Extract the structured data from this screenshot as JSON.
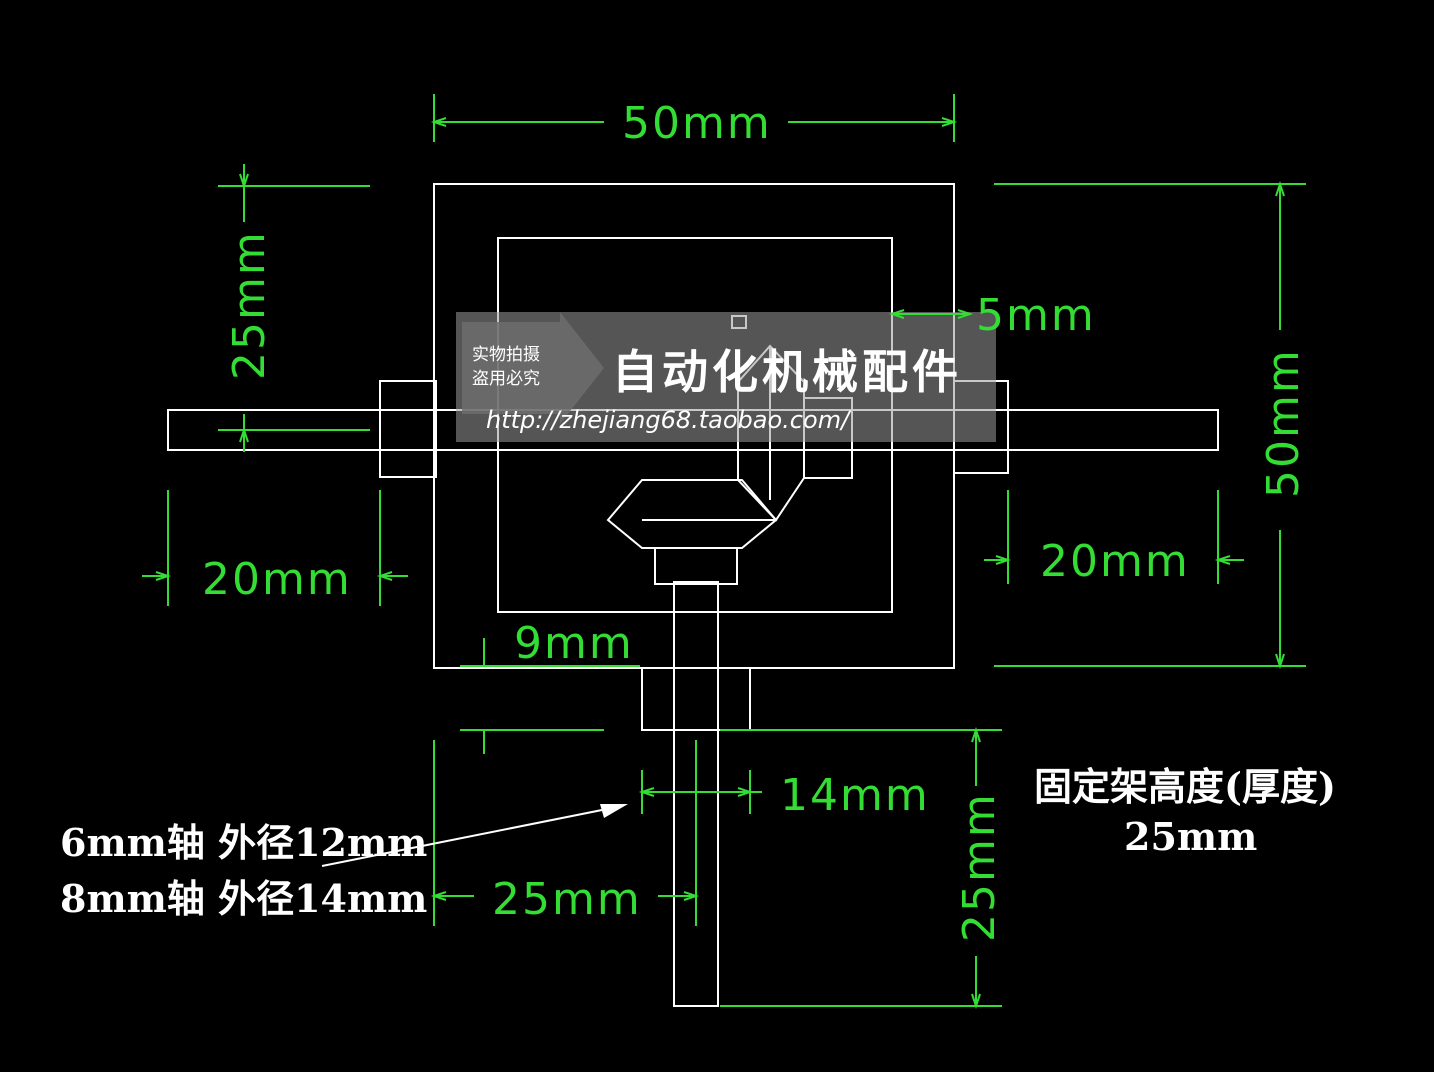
{
  "dimensions": {
    "top_width": "50mm",
    "left_height": "25mm",
    "right_height": "50mm",
    "wall": "5mm",
    "left_shaft": "20mm",
    "right_shaft": "20mm",
    "offset": "9mm",
    "bore": "14mm",
    "bottom_width": "25mm",
    "bottom_height": "25mm"
  },
  "notes": {
    "shaft_6": "6mm轴  外径12mm",
    "shaft_8": "8mm轴  外径14mm",
    "frame_height_label": "固定架高度(厚度)",
    "frame_height_value": "25mm"
  },
  "watermark": {
    "photo_line1": "实物拍摄",
    "photo_line2": "盗用必究",
    "shop_name": "自动化机械配件",
    "url": "http://zhejiang68.taobao.com/"
  },
  "colors": {
    "background": "#000000",
    "outline": "#ffffff",
    "dimension": "#33dd33",
    "watermark_bg": "#9a9a9a"
  }
}
